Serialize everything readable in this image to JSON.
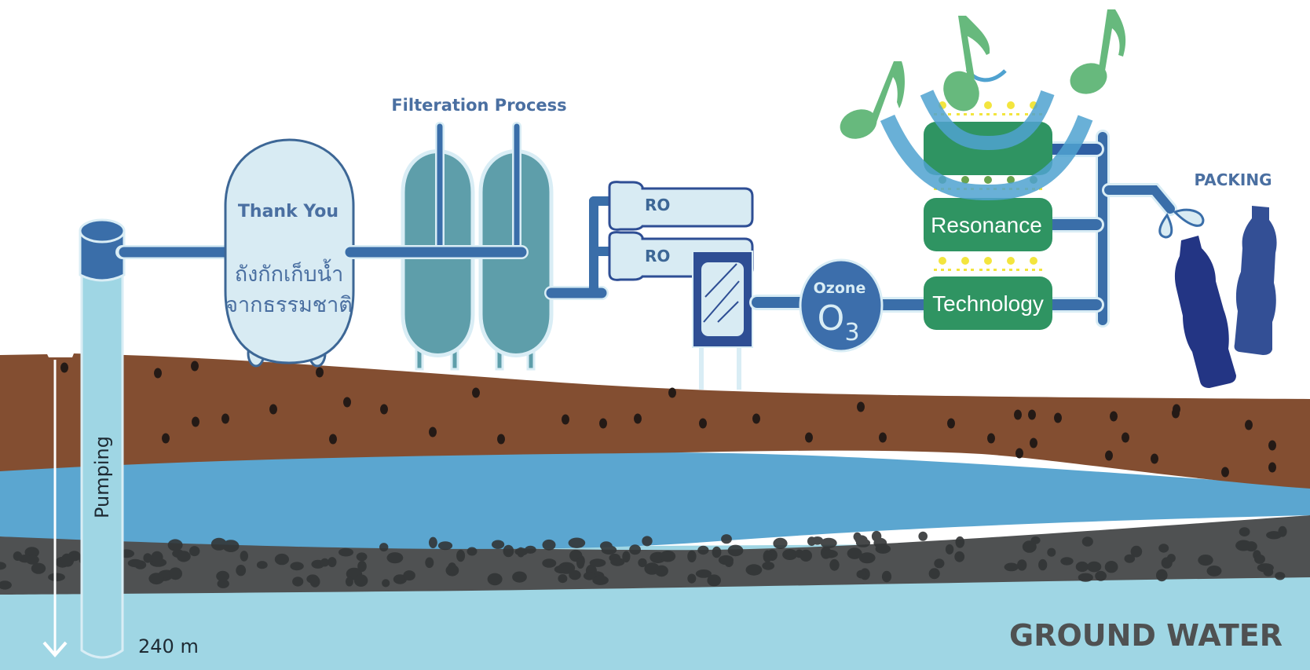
{
  "title": "Water production process diagram",
  "colors": {
    "sky": "#ffffff",
    "soil": "#834e31",
    "soil_dots": "#241a16",
    "aquifer": "#5ba6d0",
    "rock": "#4f5152",
    "rock_pebbles": "#323536",
    "ground_water": "#9fd6e4",
    "pipe": "#3a6ea9",
    "pipe_outline": "#d9edf5",
    "tank_fill": "#d8ebf3",
    "tank_outline": "#3d6796",
    "filter_tank": "#5e9eaa",
    "uv_box": "#2e4e94",
    "ozone": "#3c6eab",
    "green_box": "#2f9462",
    "green_box_dark": "#0f7a52",
    "music_note": "#67b97d",
    "arc": "#4fa2d0",
    "yellow_dots": "#f3e53e",
    "bottle_front": "#233584",
    "bottle_back": "#334f95",
    "label_text": "#4a6fa1",
    "ground_water_text": "#4f5152"
  },
  "well": {
    "label": "Pumping",
    "depth_label": "240 m"
  },
  "storage_tank": {
    "title": "Thank You",
    "thai_line1": "ถังกักเก็บน้ำ",
    "thai_line2": "จากธรรมชาติ"
  },
  "filtration": {
    "title": "Filteration Process"
  },
  "ro_units": [
    {
      "label": "RO"
    },
    {
      "label": "RO"
    }
  ],
  "ozone": {
    "label": "Ozone",
    "formula_main": "O",
    "formula_sub": "3"
  },
  "resonance": {
    "boxes": [
      {
        "label": ""
      },
      {
        "label": "Resonance"
      },
      {
        "label": "Technology"
      }
    ]
  },
  "packing": {
    "label": "PACKING"
  },
  "ground_water": {
    "label": "GROUND WATER"
  }
}
